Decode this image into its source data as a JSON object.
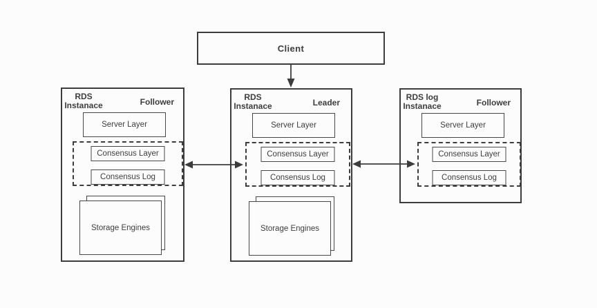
{
  "colors": {
    "line": "#3c3c3c",
    "text": "#3d3d3d",
    "background": "#fcfcfc"
  },
  "client": {
    "label": "Client"
  },
  "instances": [
    {
      "name_line1": "RDS",
      "name_line2": "Instanace",
      "role": "Follower",
      "server_layer": "Server Layer",
      "consensus_layer": "Consensus Layer",
      "consensus_log": "Consensus Log",
      "storage_engines": "Storage Engines"
    },
    {
      "name_line1": "RDS",
      "name_line2": "Instanace",
      "role": "Leader",
      "server_layer": "Server Layer",
      "consensus_layer": "Consensus Layer",
      "consensus_log": "Consensus Log",
      "storage_engines": "Storage Engines"
    },
    {
      "name_line1": "RDS log",
      "name_line2": "Instanace",
      "role": "Follower",
      "server_layer": "Server Layer",
      "consensus_layer": "Consensus Layer",
      "consensus_log": "Consensus Log"
    }
  ],
  "arrows": [
    {
      "from": "Client",
      "to": "Leader instance",
      "direction": "down"
    },
    {
      "from": "Follower consensus",
      "to": "Leader consensus",
      "direction": "both"
    },
    {
      "from": "Leader consensus",
      "to": "RDS log follower consensus",
      "direction": "both"
    }
  ]
}
